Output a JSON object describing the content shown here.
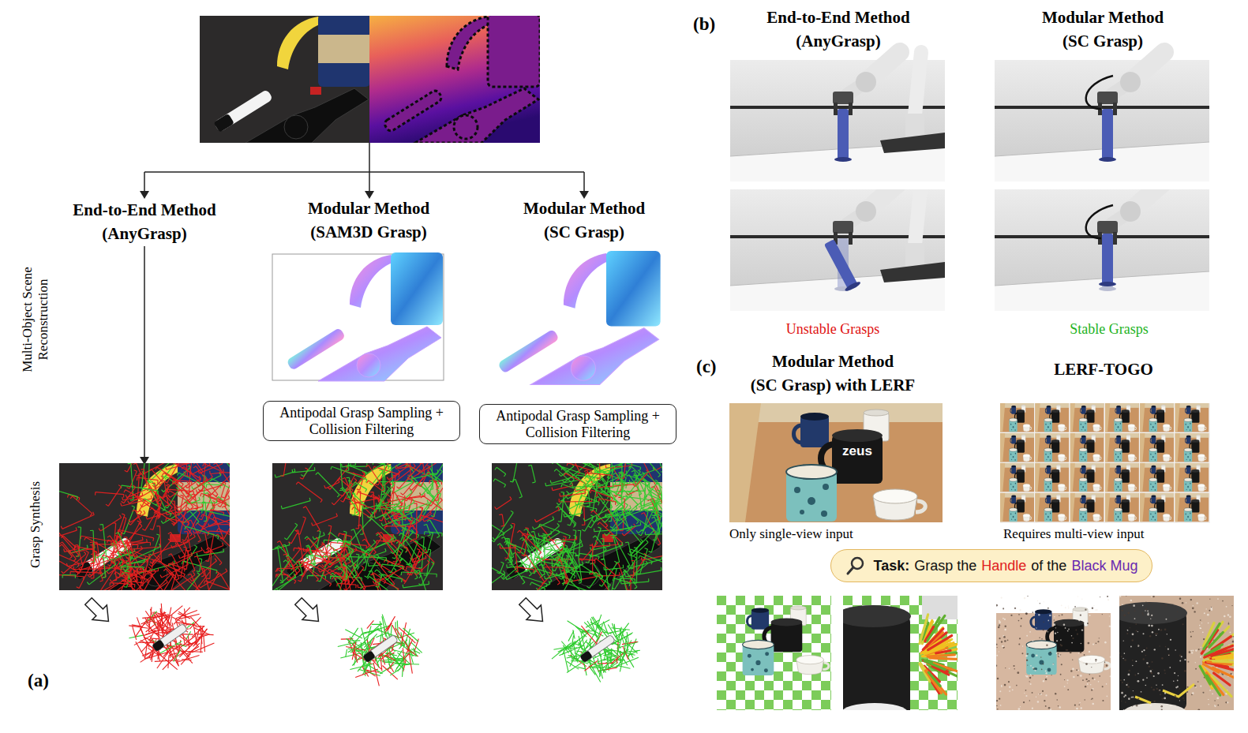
{
  "diagram": {
    "nodes": [
      {
        "text": [
          "Antipodal Grasp Sampling + Collision Filtering"
        ]
      },
      {
        "text": [
          "Antipodal Grasp Sampling + Collision Filtering"
        ]
      },
      {
        "text": [
          "Task:",
          "Grasp the",
          "Handle",
          "of the",
          "Black Mug"
        ]
      }
    ],
    "labels": [
      "Multi-Object Scene Reconstruction",
      "Grasp Synthesis",
      "End-to-End Method",
      "(AnyGrasp)",
      "Modular Method",
      "(SAM3D Grasp)",
      "Modular Method",
      "(SC Grasp)",
      "(a)",
      "(b)",
      "End-to-End Method",
      "(AnyGrasp)",
      "Modular Method",
      "(SC Grasp)",
      "Unstable Grasps",
      "Stable Grasps",
      "(c)",
      "Modular Method",
      "(SC Grasp) with LERF",
      "LERF-TOGO",
      "Only single-view input",
      "Requires multi-view input",
      "zeus"
    ]
  }
}
